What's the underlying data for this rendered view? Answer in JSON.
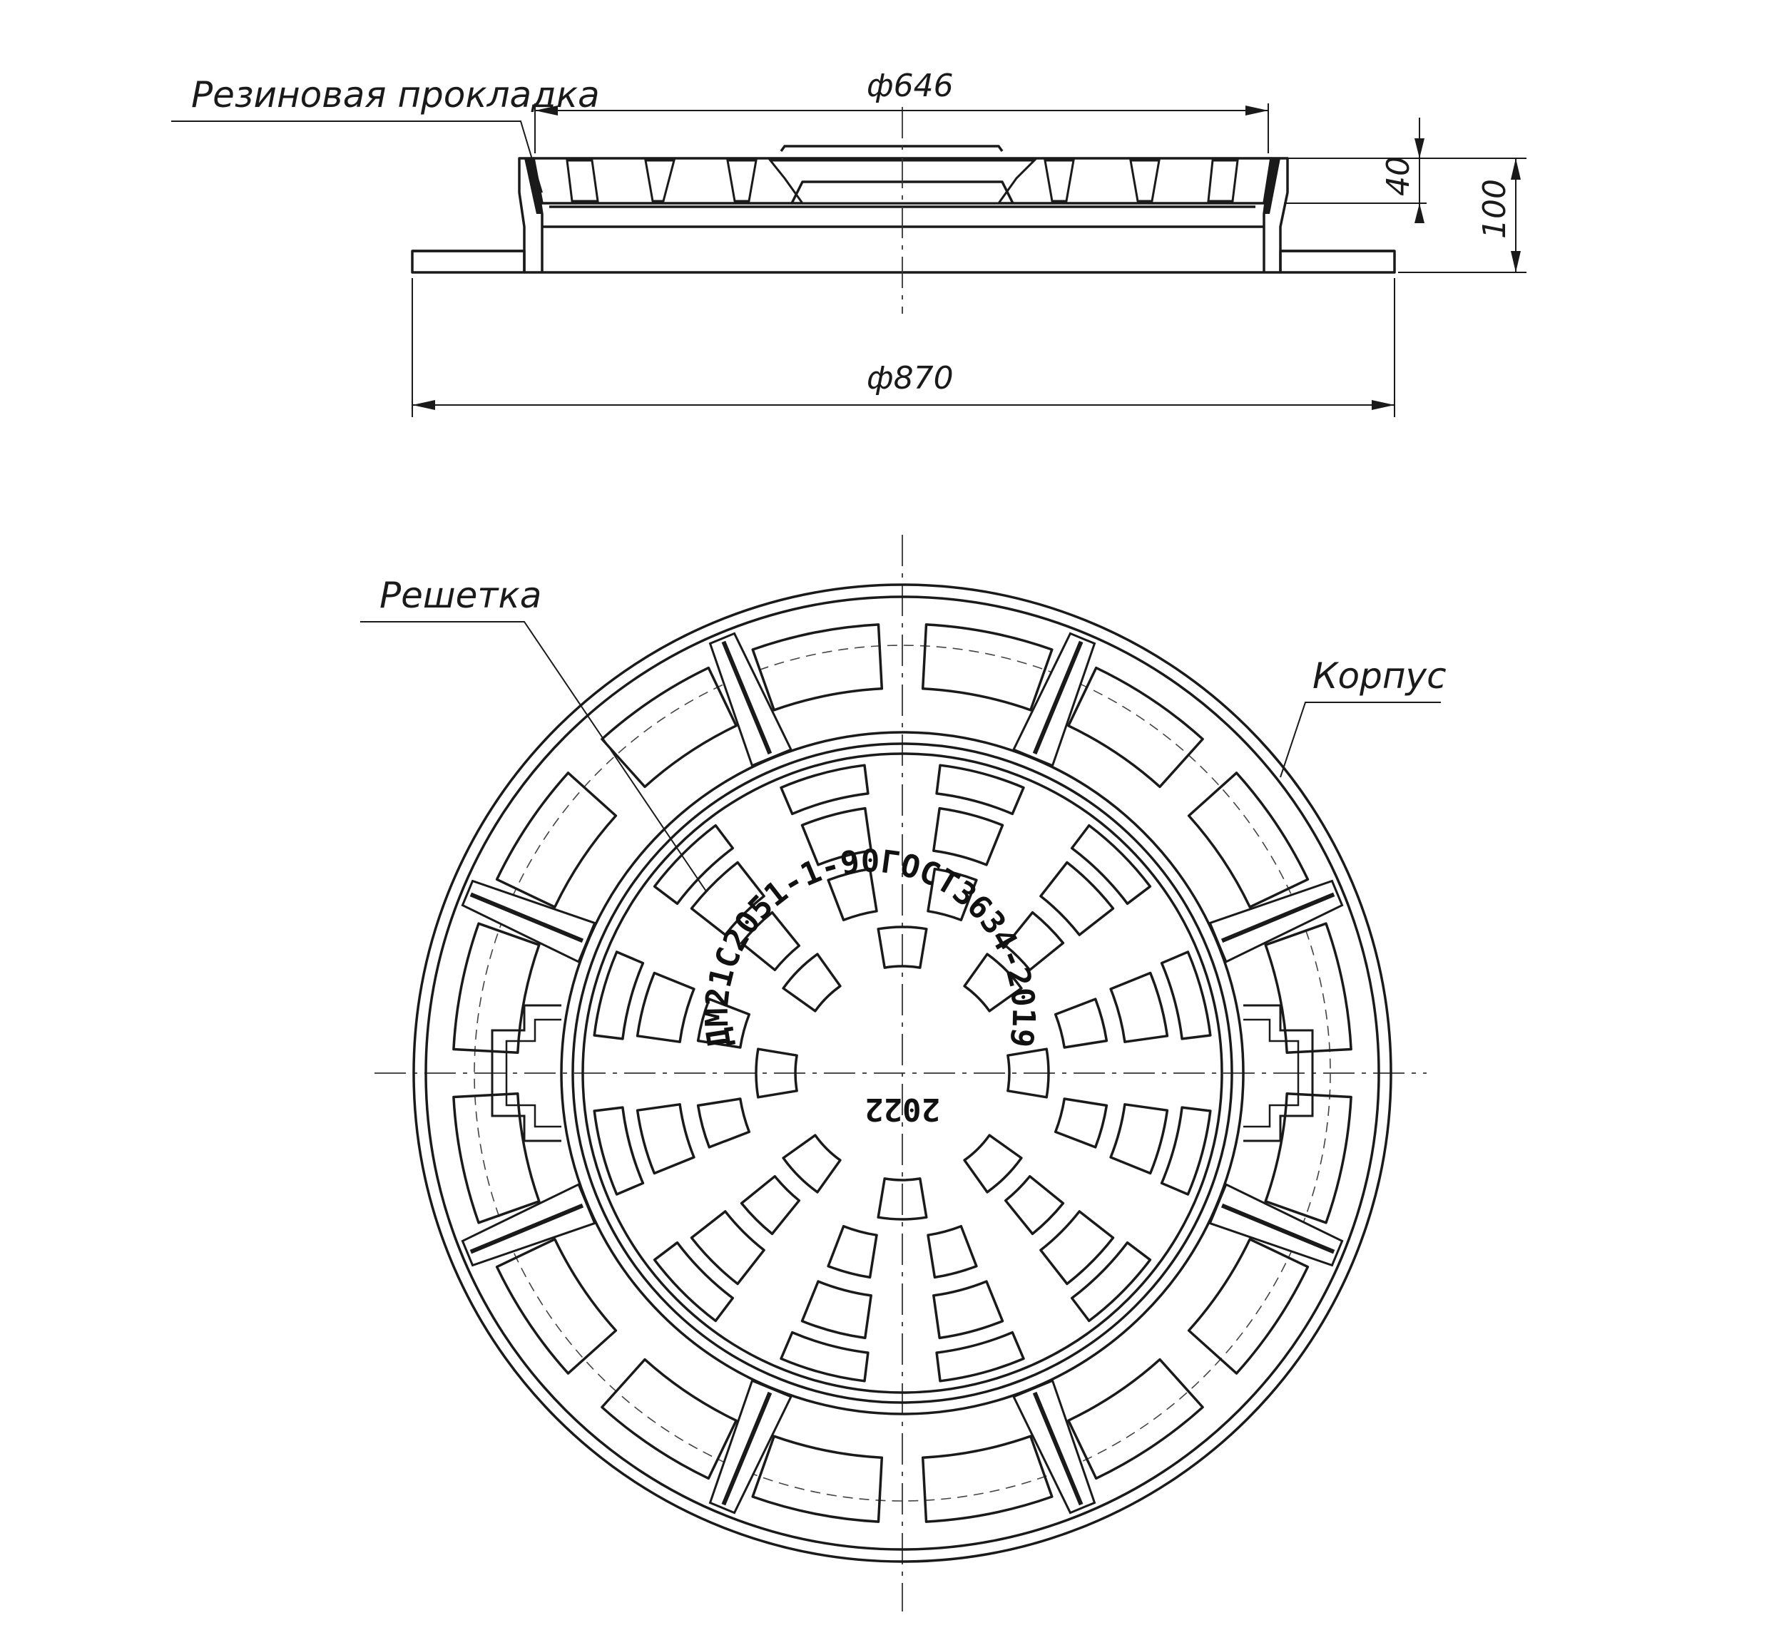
{
  "labels": {
    "rubber_gasket": "Резиновая прокладка",
    "grate": "Решетка",
    "body": "Корпус"
  },
  "dimensions": {
    "inner_diameter": "ф646",
    "outer_diameter": "ф870",
    "cover_height": "40",
    "total_height": "100"
  },
  "marking": {
    "arc_text": "ДМ21С2051-1-90ГОСТ3634-2019",
    "center_text": "2022"
  },
  "colors": {
    "line": "#1a1a1a",
    "hatch": "#555555",
    "background": "#ffffff"
  }
}
